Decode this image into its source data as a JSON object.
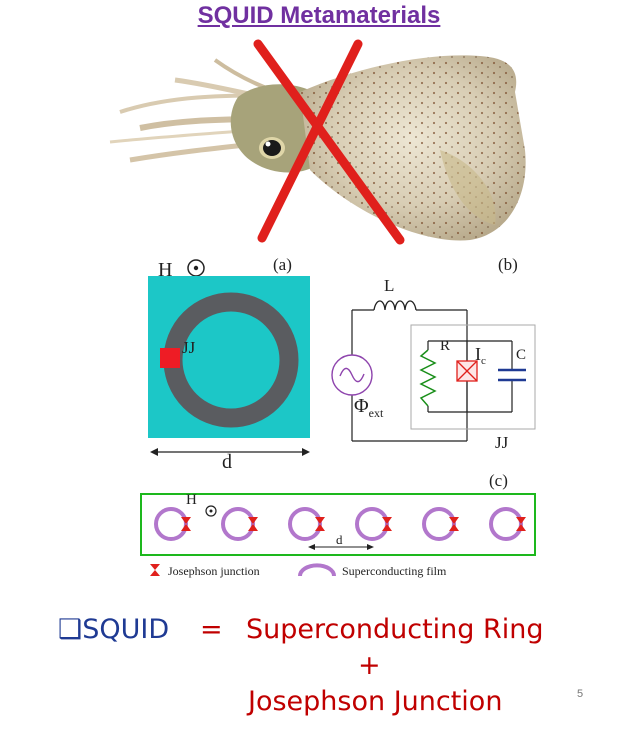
{
  "title": "SQUID Metamaterials",
  "panel_a": {
    "label": "(a)",
    "field": "H",
    "jj": "JJ",
    "size": "d"
  },
  "panel_b": {
    "label": "(b)",
    "L": "L",
    "R": "R",
    "Ic_main": "I",
    "Ic_sub": "c",
    "C": "C",
    "phi_main": "Φ",
    "phi_sub": "ext",
    "jj": "JJ"
  },
  "panel_c": {
    "label": "(c)",
    "field": "H",
    "spacing": "d"
  },
  "legend": {
    "jj": "Josephson junction",
    "film": "Superconducting film"
  },
  "equation": {
    "bullet": "❑",
    "lhs": "SQUID",
    "eq": "=",
    "rhs1": "Superconducting Ring",
    "plus": "+",
    "rhs2": "Josephson Junction"
  },
  "page_number": "5",
  "colors": {
    "title": "#7030a0",
    "cross": "#e0201c",
    "teal": "#1cc7c7",
    "ring": "#5a5c60",
    "green": "#1db81d",
    "purple": "#b277cc",
    "blue": "#1f3a93",
    "red": "#c00000"
  }
}
